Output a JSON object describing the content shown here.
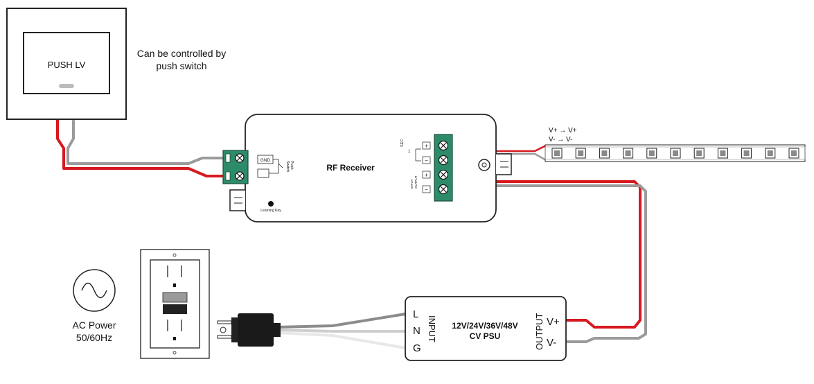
{
  "switch": {
    "label": "PUSH LV",
    "caption_line1": "Can be controlled by",
    "caption_line2": "push switch"
  },
  "receiver": {
    "title": "RF Receiver",
    "gnd_label": "GND",
    "push_switch_label_1": "Push",
    "push_switch_label_2": "Switch",
    "learning_key_label": "Learning Key",
    "sec_label": "SEC",
    "sec_number": "1",
    "output_label": "OUTPUT",
    "input_label": "INPUT",
    "terminal_plus": "+",
    "terminal_minus": "−"
  },
  "strip": {
    "vplus_label": "V+ → V+",
    "vminus_label": "V- → V-",
    "led_count": 11
  },
  "ac_power": {
    "line1": "AC Power",
    "line2": "50/60Hz"
  },
  "psu": {
    "title_line1": "12V/24V/36V/48V",
    "title_line2": "CV PSU",
    "input_label": "INPUT",
    "output_label": "OUTPUT",
    "terminal_L": "L",
    "terminal_N": "N",
    "terminal_G": "G",
    "terminal_vplus": "V+",
    "terminal_vminus": "V-"
  },
  "colors": {
    "wire_red": "#d7191f",
    "wire_gray": "#9b9b9b",
    "terminal_green": "#2e8b6a",
    "outline": "#222222"
  }
}
